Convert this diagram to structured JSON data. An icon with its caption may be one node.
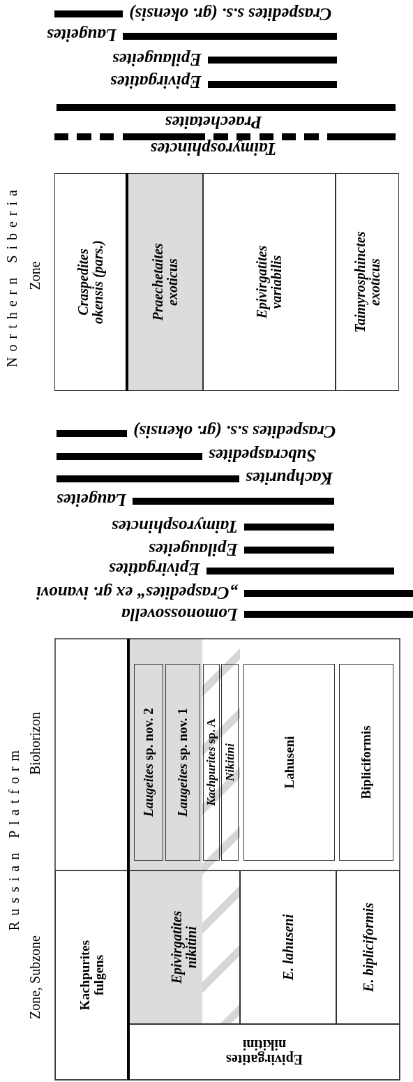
{
  "diagram": {
    "nodes": [
      {
        "text": [],
        "shape": "bar",
        "beside": [
          "*Craspedites* s.s. (gr. *okensis*)"
        ]
      },
      {
        "text": [],
        "shape": "bar",
        "beside": [
          "Laugeites"
        ]
      },
      {
        "text": [],
        "shape": "bar",
        "beside": [
          "Epilaugeites"
        ]
      },
      {
        "text": [],
        "shape": "bar",
        "beside": [
          "Epivirgatites"
        ]
      },
      {
        "text": [],
        "shape": "bar",
        "beside": [
          "Praechetaites"
        ]
      },
      {
        "text": [],
        "shape": "bar",
        "beside": [
          "Taimyrosphinctes"
        ]
      },
      {
        "text": [
          "*Craspedites okensis* (pars.)"
        ]
      },
      {
        "text": [
          "Praechetaites exoticus"
        ]
      },
      {
        "text": [
          "Epivirgatites variabilis"
        ]
      },
      {
        "text": [
          "Taimyrosphinctes exoticus"
        ]
      },
      {
        "text": [],
        "shape": "bar",
        "beside": [
          "*Craspedites* s.s. (gr. *okensis*)"
        ]
      },
      {
        "text": [],
        "shape": "bar",
        "beside": [
          "Subcraspedites"
        ]
      },
      {
        "text": [],
        "shape": "bar",
        "beside": [
          "Kachpurites"
        ]
      },
      {
        "text": [],
        "shape": "bar",
        "beside": [
          "Laugeites"
        ]
      },
      {
        "text": [],
        "shape": "bar",
        "beside": [
          "Taimyrosphinctes"
        ]
      },
      {
        "text": [],
        "shape": "bar",
        "beside": [
          "Epilaugeites"
        ]
      },
      {
        "text": [],
        "shape": "bar",
        "beside": [
          "Epivirgatites"
        ]
      },
      {
        "text": [],
        "shape": "bar",
        "beside": [
          "„*Craspedites*“ ex gr. *ivanovi*"
        ]
      },
      {
        "text": [],
        "shape": "bar",
        "beside": [
          "Lomonossovella"
        ]
      },
      {
        "text": [
          "*Laugeites* sp. nov. 2"
        ]
      },
      {
        "text": [
          "*Laugeites* sp. nov. 1"
        ]
      },
      {
        "text": [
          "*Kachpurites* sp. A"
        ]
      },
      {
        "text": [
          "Nikitini"
        ]
      },
      {
        "text": [
          "Lahuseni"
        ]
      },
      {
        "text": [
          "Bipliciformis"
        ]
      },
      {
        "text": [
          "Kachpurites fulgens"
        ]
      },
      {
        "text": [
          "Epivirgatites nikitini"
        ]
      },
      {
        "text": [
          "E. lahuseni"
        ]
      },
      {
        "text": [
          "E. bipliciformis"
        ]
      },
      {
        "text": [
          "Epivirgatites nikitini"
        ]
      }
    ],
    "labels": [
      "Northern Siberia",
      "Zone",
      "Russian Platform",
      "Biohorizon",
      "Zone, Subzone"
    ]
  }
}
